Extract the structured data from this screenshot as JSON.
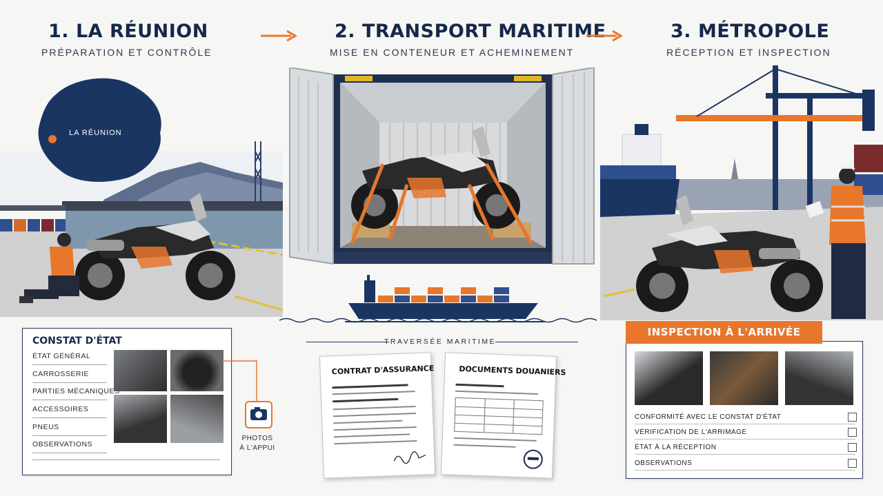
{
  "steps": [
    {
      "title": "1. LA RÉUNION",
      "subtitle": "Préparation et contrôle"
    },
    {
      "title": "2. TRANSPORT MARITIME",
      "subtitle": "Mise en conteneur et acheminement"
    },
    {
      "title": "3. MÉTROPOLE",
      "subtitle": "Réception et inspection"
    }
  ],
  "map_label": "LA RÉUNION",
  "constat": {
    "title": "CONSTAT D'ÉTAT",
    "items": [
      "ÉTAT GÉNÉRAL",
      "CARROSSERIE",
      "PARTIES MÉCANIQUES",
      "ACCESSOIRES",
      "PNEUS",
      "OBSERVATIONS"
    ]
  },
  "photos_note": {
    "line1": "PHOTOS",
    "line2": "À L'APPUI"
  },
  "crossing_label": "TRAVERSÉE MARITIME",
  "documents": {
    "insurance": "CONTRAT D'ASSURANCE",
    "customs": "DOCUMENTS DOUANIERS"
  },
  "inspection": {
    "title": "INSPECTION À L'ARRIVÉE",
    "checklist": [
      "CONFORMITÉ AVEC LE CONSTAT D'ÉTAT",
      "VÉRIFICATION DE L'ARRIMAGE",
      "ÉTAT À LA RÉCEPTION",
      "OBSERVATIONS"
    ]
  },
  "colors": {
    "navy": "#1b3562",
    "orange": "#e8762b",
    "container_wall": "#d9dcdf"
  },
  "icons": [
    "arrow-right-icon",
    "camera-icon",
    "location-dot-icon",
    "stamp-icon",
    "signature-icon"
  ]
}
